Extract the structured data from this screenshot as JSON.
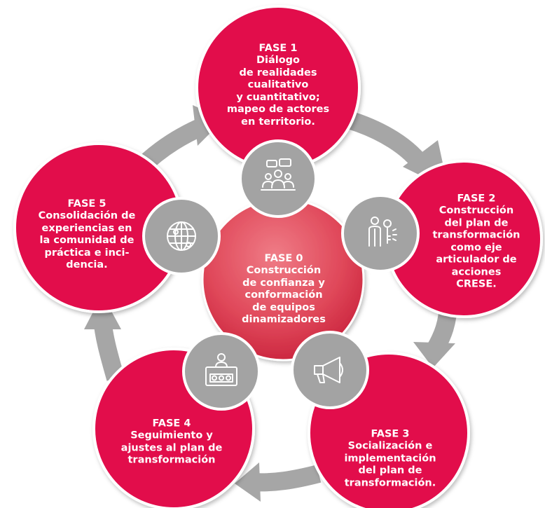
{
  "colors": {
    "phase_red": "#e2074c",
    "center_red_light": "#ea6a77",
    "center_red_dark": "#d2263f",
    "arrow_gray": "#a6a6a6",
    "icon_gray": "#a3a3a3",
    "border_white": "#ffffff"
  },
  "phases": {
    "f0": {
      "title": "FASE 0",
      "body": "Construcción\nde confianza y\nconformación\nde equipos\ndinamizadores"
    },
    "f1": {
      "title": "FASE 1",
      "body": "Diálogo\nde  realidades\ncualitativo\ny cuantitativo;\nmapeo de actores\nen territorio."
    },
    "f2": {
      "title": "FASE 2",
      "body": "Construcción\ndel plan de\ntransformación\ncomo eje\narticulador de\nacciones\nCRESE."
    },
    "f3": {
      "title": "FASE 3",
      "body": "Socialización e\nimplementación\ndel plan de\ntransformación."
    },
    "f4": {
      "title": "FASE 4",
      "body": "Seguimiento y\najustes al plan de\ntransformación"
    },
    "f5": {
      "title": "FASE 5",
      "body": "Consolidación de\nexperiencias en\nla comunidad de\npráctica e inci-\ndencia."
    }
  },
  "icons": {
    "f1": "dialogue-group-icon",
    "f2": "person-key-icon",
    "f3": "megaphone-icon",
    "f4": "monitoring-board-icon",
    "f5": "globe-target-icon"
  }
}
